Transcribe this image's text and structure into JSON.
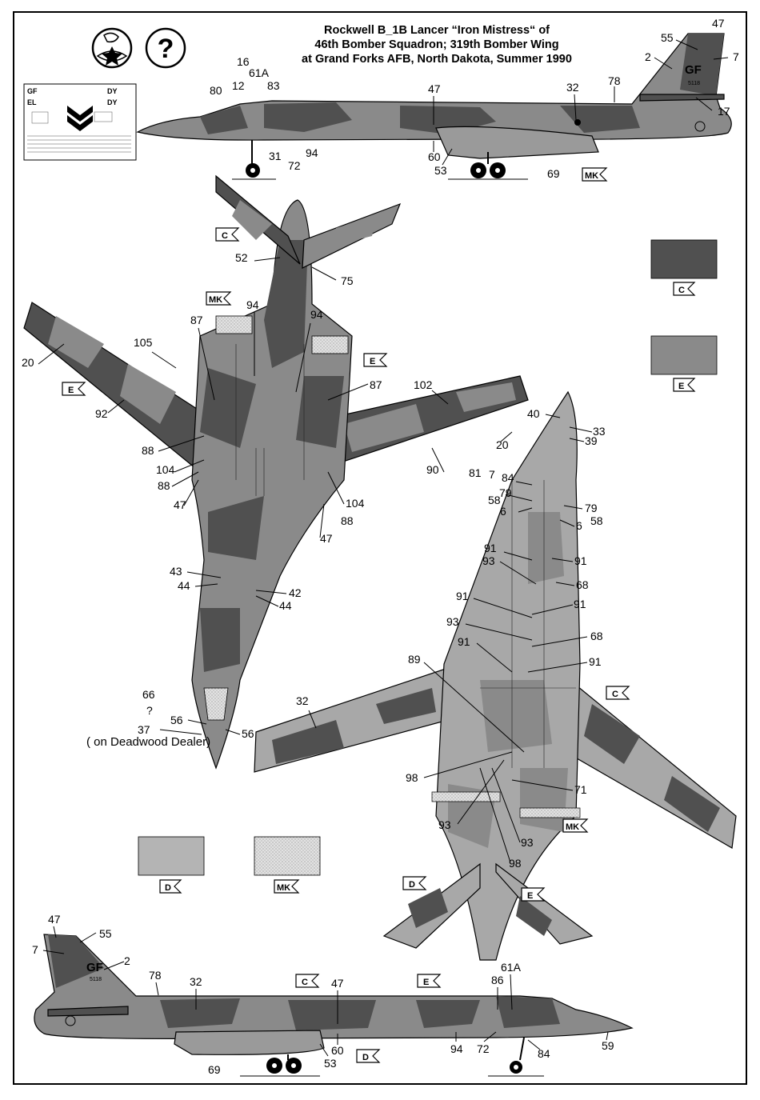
{
  "title": {
    "line1": "Rockwell B_1B Lancer “Iron Mistress“ of",
    "line2": "46th Bomber Squadron; 319th Bomber Wing",
    "line3": "at Grand Forks AFB, North Dakota, Summer 1990"
  },
  "icons": {
    "scale_logo": "bird-star-emblem-icon",
    "question": "?"
  },
  "colors": {
    "C": "#505050",
    "E": "#8a8a8a",
    "D": "#b4b4b4",
    "MK": "#d8d8d8",
    "light_base": "#a8a8a8"
  },
  "swatches": [
    {
      "code": "C"
    },
    {
      "code": "E"
    },
    {
      "code": "D"
    },
    {
      "code": "MK"
    }
  ],
  "codes": {
    "C": "C",
    "E": "E",
    "D": "D",
    "MK": "MK"
  },
  "tail_code": "GF",
  "serial": "5118",
  "side_top": {
    "labels": [
      "47",
      "55",
      "7",
      "2",
      "17",
      "78",
      "32",
      "47",
      "60",
      "53",
      "69",
      "80",
      "12",
      "16",
      "61A",
      "83",
      "31",
      "72",
      "94"
    ]
  },
  "plan_top": {
    "labels": [
      "52",
      "75",
      "94",
      "94",
      "87",
      "105",
      "20",
      "92",
      "88",
      "104",
      "88",
      "47",
      "43",
      "44",
      "102",
      "20",
      "90",
      "87",
      "104",
      "88",
      "47",
      "42",
      "44",
      "66",
      "?",
      "37",
      "56",
      "56"
    ],
    "note": "( on Deadwood Dealer)"
  },
  "plan_bottom": {
    "labels": [
      "40",
      "33",
      "39",
      "81",
      "7",
      "84",
      "79",
      "58",
      "6",
      "79",
      "6",
      "58",
      "91",
      "93",
      "91",
      "68",
      "91",
      "91",
      "93",
      "68",
      "91",
      "91",
      "89",
      "32",
      "98",
      "71",
      "93",
      "93",
      "98"
    ]
  },
  "side_bottom": {
    "labels": [
      "47",
      "55",
      "7",
      "2",
      "78",
      "32",
      "47",
      "61A",
      "86",
      "69",
      "60",
      "53",
      "94",
      "72",
      "84",
      "59"
    ]
  }
}
